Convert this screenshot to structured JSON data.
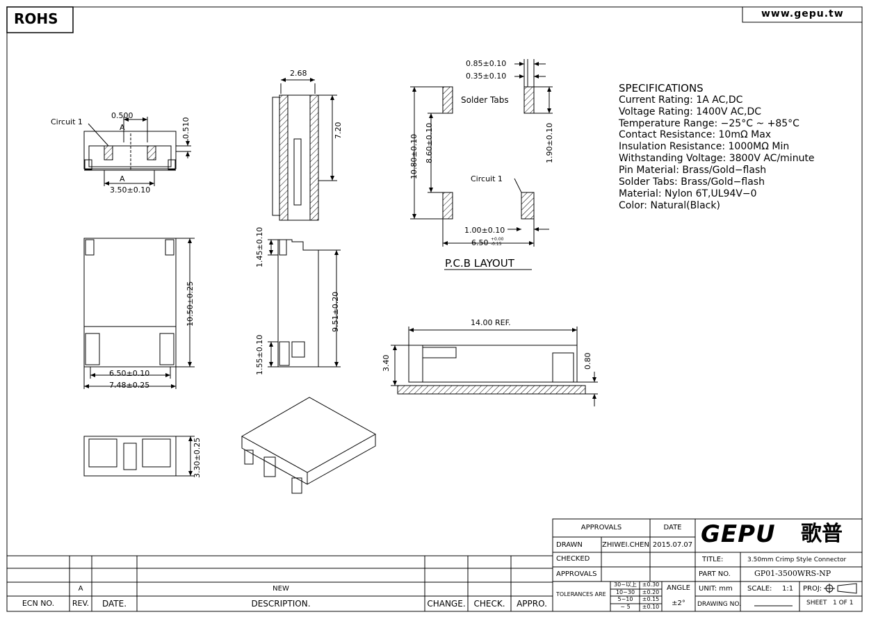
{
  "header": {
    "rohs": "ROHS",
    "website": "www.gepu.tw"
  },
  "top_view": {
    "circuit": "Circuit 1",
    "pitch": "0.500",
    "marker_a": "A",
    "tab_height": "0.510",
    "pin_span": "3.50±0.10"
  },
  "side_view_top": {
    "width": "2.68",
    "height": "7.20"
  },
  "pcb_layout": {
    "dim_tab_width": "0.85±0.10",
    "dim_tab_gap": "0.35±0.10",
    "solder_tabs": "Solder Tabs",
    "circuit": "Circuit 1",
    "dim_outer": "10.80±0.10",
    "dim_inner": "8.60±0.10",
    "dim_tab_len": "1.90±0.10",
    "dim_pad_width": "1.00±0.10",
    "dim_span": "6.50",
    "dim_span_tol_plus": "+0.00",
    "dim_span_tol_minus": "-0.15",
    "caption": "P.C.B LAYOUT"
  },
  "specifications": {
    "title": "SPECIFICATIONS",
    "lines": [
      "Current Rating: 1A AC,DC",
      "Voltage Rating: 1400V AC,DC",
      "Temperature Range: −25°C ~ +85°C",
      "Contact Resistance: 10mΩ Max",
      "Insulation Resistance: 1000MΩ Min",
      "Withstanding Voltage: 3800V AC/minute",
      "Pin Material: Brass/Gold−flash",
      "Solder Tabs: Brass/Gold−flash",
      "Material: Nylon 6T,UL94V−0",
      "Color: Natural(Black)"
    ]
  },
  "front_view": {
    "height": "10.50±0.25",
    "width_inner": "6.50±0.10",
    "width_outer": "7.48±0.25"
  },
  "side_view": {
    "top_dim": "1.45±0.10",
    "height": "9.51±0.20",
    "bottom_dim": "1.55±0.10"
  },
  "profile_view": {
    "length": "14.00 REF.",
    "height": "3.40",
    "standoff": "0.80"
  },
  "bottom_view": {
    "height": "3.30±0.25"
  },
  "title_block": {
    "approvals_header": "APPROVALS",
    "date_header": "DATE",
    "drawn_label": "DRAWN",
    "drawn_name": "ZHIWEI.CHEN",
    "drawn_date": "2015.07.07",
    "checked_label": "CHECKED",
    "approvals_label": "APPROVALS",
    "tolerances_label": "TOLERANCES ARE",
    "tol_ranges": [
      "30~以上",
      "10~30",
      "5~10",
      "~ 5"
    ],
    "tol_values": [
      "±0.30",
      "±0.20",
      "±0.15",
      "±0.10"
    ],
    "angle_label": "ANGLE",
    "angle_value": "±2°",
    "logo": "GEPU",
    "logo_cn": "歌普",
    "title_label": "TITLE:",
    "title_value": "3.50mm Crimp Style Connector",
    "part_label": "PART NO.",
    "part_value": "GP01-3500WRS-NP",
    "unit_label": "UNIT: mm",
    "scale_label": "SCALE:",
    "scale_value": "1:1",
    "proj_label": "PROJ:",
    "drawing_label": "DRAWING NO.",
    "sheet_label": "SHEET",
    "sheet_value": "1 OF 1"
  },
  "revision_block": {
    "rev": "A",
    "new": "NEW",
    "headers": [
      "ECN NO.",
      "REV.",
      "DATE.",
      "DESCRIPTION.",
      "CHANGE.",
      "CHECK.",
      "APPRO."
    ]
  }
}
